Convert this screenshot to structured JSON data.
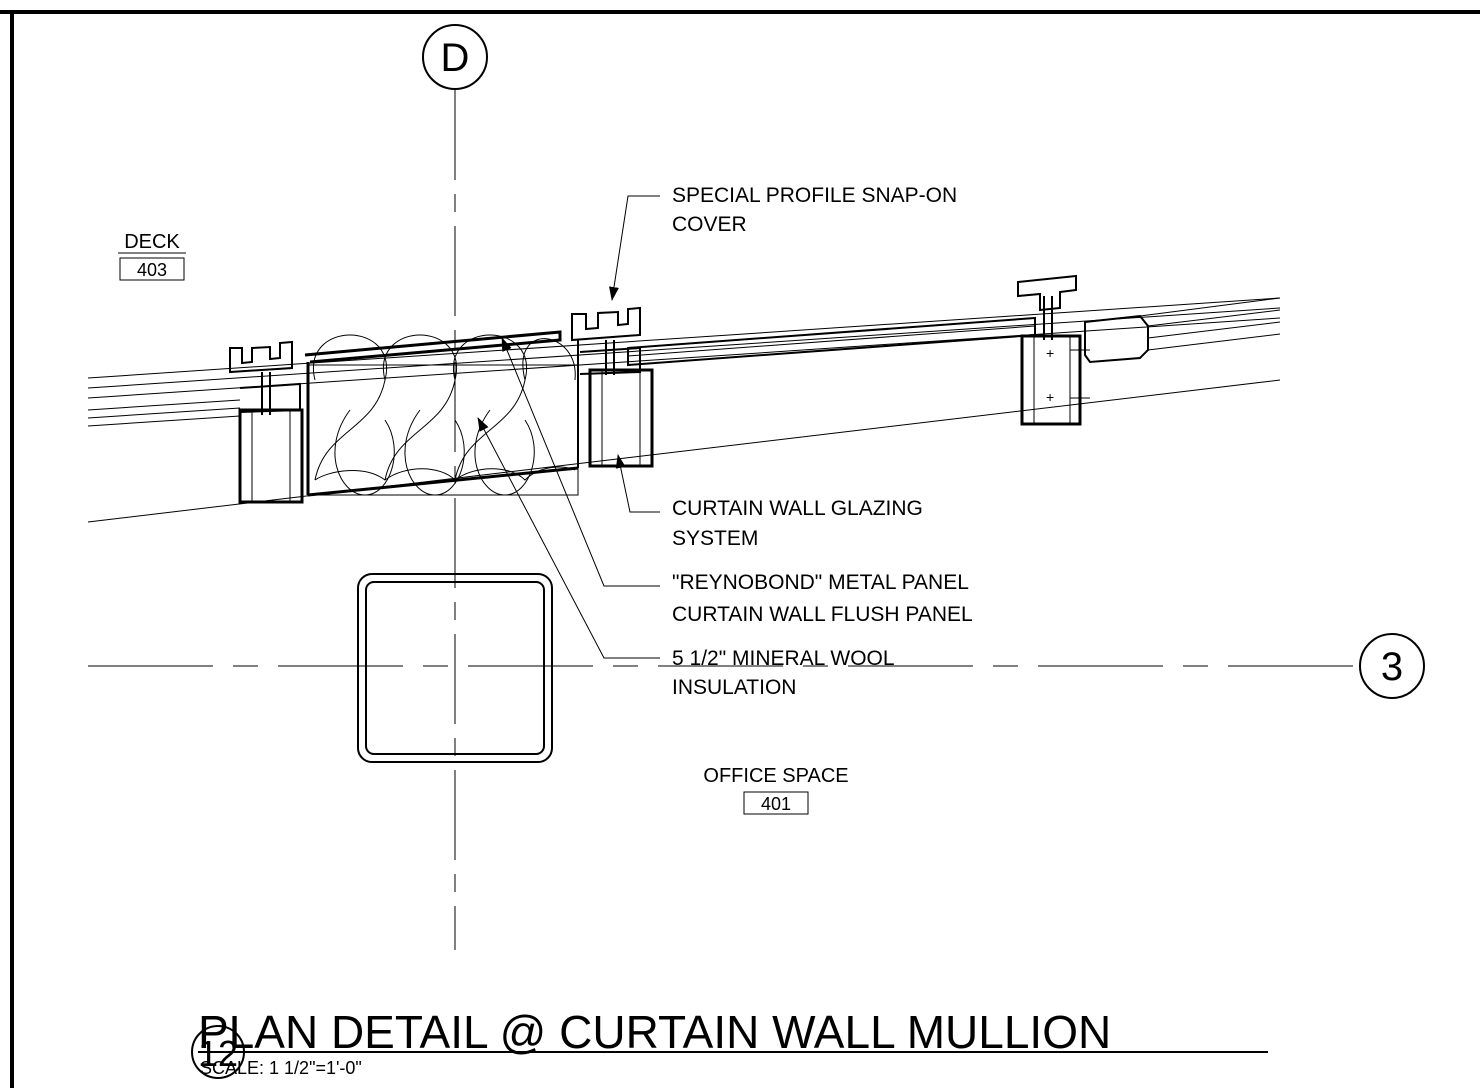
{
  "grid": {
    "column_bubble": "D",
    "row_bubble": "3"
  },
  "rooms": {
    "deck": {
      "name": "DECK",
      "number": "403"
    },
    "office": {
      "name": "OFFICE SPACE",
      "number": "401"
    }
  },
  "callouts": {
    "snap_cover": {
      "line1": "SPECIAL PROFILE SNAP-ON",
      "line2": "COVER"
    },
    "glazing": {
      "line1": "CURTAIN WALL GLAZING",
      "line2": "SYSTEM"
    },
    "panel": {
      "line1": "\"REYNOBOND\" METAL PANEL",
      "line2": "CURTAIN WALL FLUSH PANEL"
    },
    "insulation": {
      "line1": "5 1/2\" MINERAL WOOL",
      "line2": "INSULATION"
    }
  },
  "title_block": {
    "detail_number": "12",
    "title": "PLAN DETAIL @ CURTAIN WALL MULLION",
    "scale": "SCALE: 1 1/2\"=1'-0\""
  }
}
